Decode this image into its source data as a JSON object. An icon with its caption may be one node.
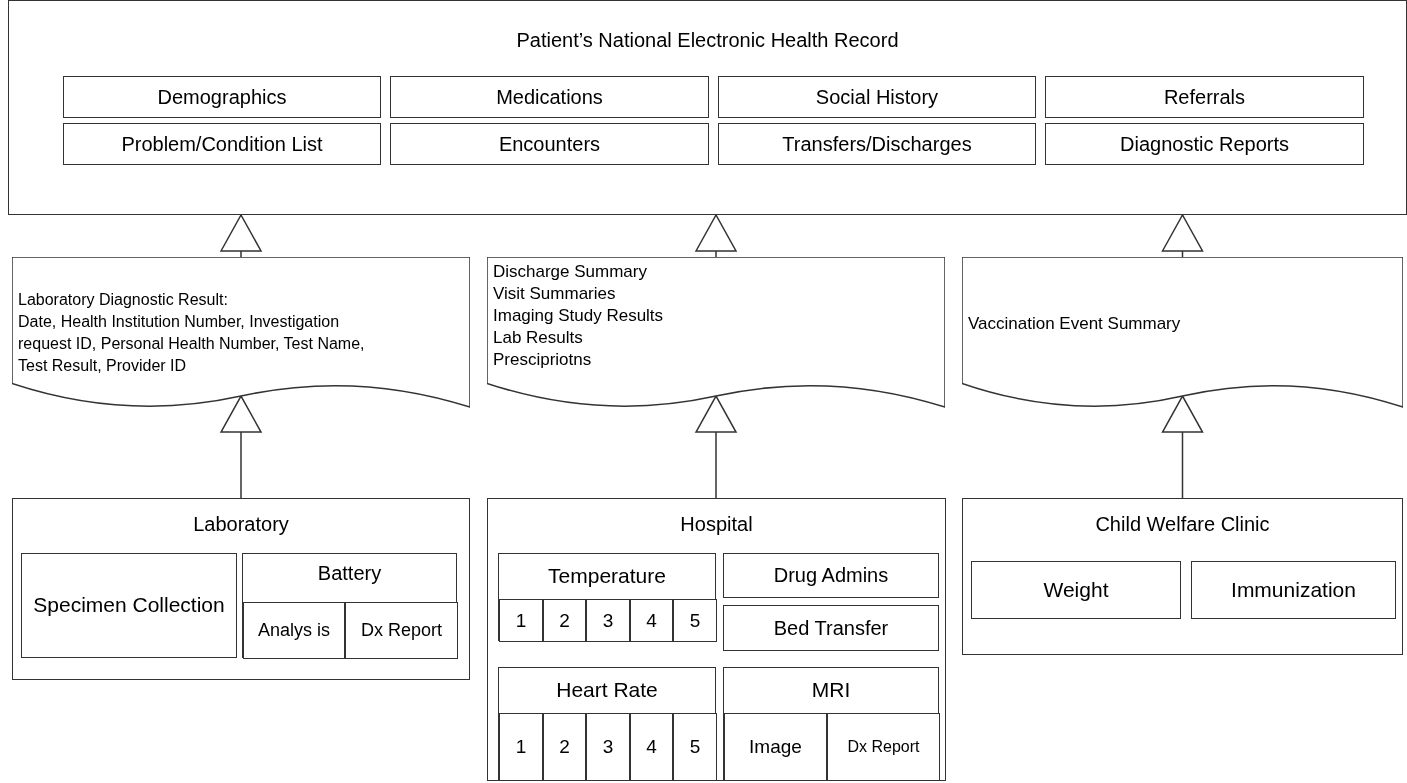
{
  "diagram": {
    "nodes": [
      {
        "text": [
          "Patient’s National Electronic Health Record"
        ]
      },
      {
        "text": [
          "Demographics"
        ],
        "in": 0
      },
      {
        "text": [
          "Medications"
        ],
        "in": 0
      },
      {
        "text": [
          "Social History"
        ],
        "in": 0
      },
      {
        "text": [
          "Referrals"
        ],
        "in": 0
      },
      {
        "text": [
          "Problem/Condition List"
        ],
        "in": 0
      },
      {
        "text": [
          "Encounters"
        ],
        "in": 0
      },
      {
        "text": [
          "Transfers/Discharges"
        ],
        "in": 0
      },
      {
        "text": [
          "Diagnostic Reports"
        ],
        "in": 0
      },
      {
        "text": [
          "Laboratory Diagnostic Result:",
          "Date, Health Institution Number, Investigation request ID, Personal Health Number, Test Name, Test Result, Provider ID"
        ]
      },
      {
        "text": [
          "Discharge Summary",
          "Visit Summaries",
          "Imaging Study Results",
          "Lab Results",
          "Prescipriotns"
        ]
      },
      {
        "text": [
          "Vaccination Event Summary"
        ]
      },
      {
        "text": [
          "Laboratory"
        ]
      },
      {
        "text": [
          "Specimen Collection"
        ],
        "in": 12
      },
      {
        "text": [
          "Battery"
        ],
        "in": 12
      },
      {
        "text": [
          "Analys is"
        ],
        "in": 14
      },
      {
        "text": [
          "Dx Report"
        ],
        "in": 14
      },
      {
        "text": [
          "Hospital"
        ]
      },
      {
        "text": [
          "Temperature"
        ],
        "in": 17
      },
      {
        "text": [
          "1"
        ],
        "in": 18
      },
      {
        "text": [
          "2"
        ],
        "in": 18
      },
      {
        "text": [
          "3"
        ],
        "in": 18
      },
      {
        "text": [
          "4"
        ],
        "in": 18
      },
      {
        "text": [
          "5"
        ],
        "in": 18
      },
      {
        "text": [
          "Drug Admins"
        ],
        "in": 17
      },
      {
        "text": [
          "Bed Transfer"
        ],
        "in": 17
      },
      {
        "text": [
          "Heart Rate"
        ],
        "in": 17
      },
      {
        "text": [
          "1"
        ],
        "in": 26
      },
      {
        "text": [
          "2"
        ],
        "in": 26
      },
      {
        "text": [
          "3"
        ],
        "in": 26
      },
      {
        "text": [
          "4"
        ],
        "in": 26
      },
      {
        "text": [
          "5"
        ],
        "in": 26
      },
      {
        "text": [
          "MRI"
        ],
        "in": 17
      },
      {
        "text": [
          "Image"
        ],
        "in": 32
      },
      {
        "text": [
          "Dx Report"
        ],
        "in": 32
      },
      {
        "text": [
          "Child Welfare Clinic"
        ]
      },
      {
        "text": [
          "Weight"
        ],
        "in": 35
      },
      {
        "text": [
          "Immunization"
        ],
        "in": 35
      }
    ],
    "edges": [
      {
        "from": 12,
        "to": 9,
        "arrow": "to"
      },
      {
        "from": 9,
        "to": 0,
        "arrow": "to"
      },
      {
        "from": 17,
        "to": 10,
        "arrow": "to"
      },
      {
        "from": 10,
        "to": 0,
        "arrow": "to"
      },
      {
        "from": 35,
        "to": 11,
        "arrow": "to"
      },
      {
        "from": 11,
        "to": 0,
        "arrow": "to"
      }
    ]
  }
}
